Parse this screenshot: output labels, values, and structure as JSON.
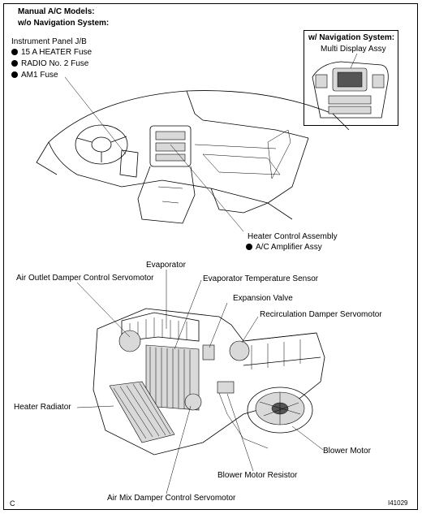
{
  "header": {
    "line1": "Manual A/C Models:",
    "line2": "w/o Navigation System:"
  },
  "instrument_panel": {
    "title": "Instrument Panel J/B",
    "fuses": [
      "15 A HEATER Fuse",
      "RADIO No. 2 Fuse",
      "AM1 Fuse"
    ]
  },
  "navigation_inset": {
    "title": "w/ Navigation System:",
    "label": "Multi Display Assy"
  },
  "heater_control": {
    "title": "Heater Control Assembly",
    "sub": "A/C Amplifier Assy"
  },
  "components": {
    "evaporator": "Evaporator",
    "air_outlet": "Air Outlet Damper Control Servomotor",
    "evap_temp": "Evaporator Temperature Sensor",
    "expansion": "Expansion Valve",
    "recirc": "Recirculation Damper Servomotor",
    "heater_radiator": "Heater Radiator",
    "blower_motor": "Blower Motor",
    "blower_resistor": "Blower Motor Resistor",
    "air_mix": "Air Mix Damper Control Servomotor"
  },
  "footer": {
    "corner_letter": "C",
    "figure_id": "I41029"
  }
}
